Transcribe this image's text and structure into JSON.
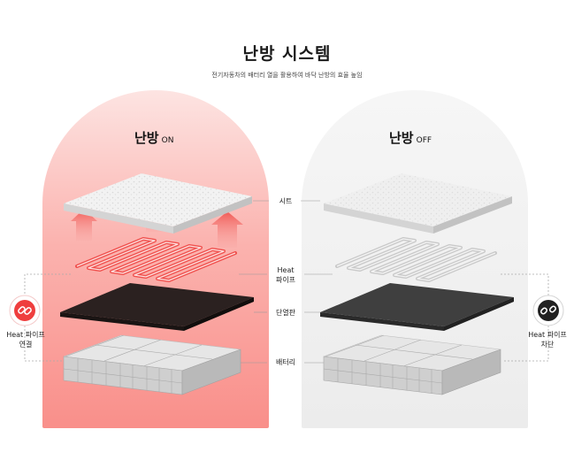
{
  "title": "난방 시스템",
  "subtitle": "전기자동차의 배터리 열을 활용하여 바닥 난방의 효율 높임",
  "panels": {
    "on": {
      "main": "난방",
      "state": "ON"
    },
    "off": {
      "main": "난방",
      "state": "OFF"
    }
  },
  "layers": {
    "sheet": "시트",
    "pipe_line1": "Heat",
    "pipe_line2": "파이프",
    "insulation": "단열판",
    "battery": "배터리"
  },
  "badges": {
    "connected_line1": "Heat 파이프",
    "connected_line2": "연결",
    "cutoff_line1": "Heat 파이프",
    "cutoff_line2": "차단"
  },
  "colors": {
    "on_glow": "#f98a86",
    "pipe_on": "#f0504d",
    "pipe_off": "#c9c9c9",
    "badge_on": "#ef3e3e",
    "badge_off": "#222222",
    "insulation_on": "#2b2120",
    "insulation_off": "#3f3f3f"
  },
  "icons": [
    "link-icon",
    "unlink-icon",
    "heat-arrow-icon"
  ]
}
